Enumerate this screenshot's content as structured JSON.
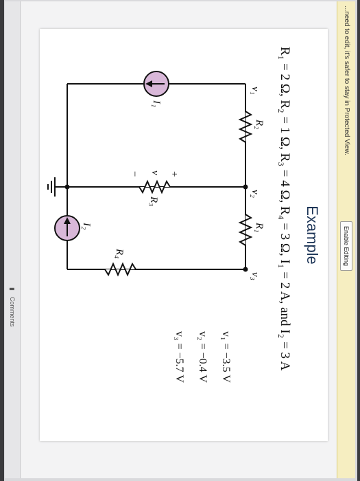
{
  "protected_view": {
    "message": "...need to edit, it's safer to stay in Protected View.",
    "enable_button": "Enable Editing"
  },
  "slide": {
    "title": "Example",
    "params": "R₁ = 2 Ω, R₂ = 1 Ω, R₃ = 4 Ω, R₄ = 3 Ω, I₁ = 2 A, and I₂ = 3 A",
    "results": {
      "v1": "v₁ = −3.5 V",
      "v2": "v₂ = −0.4 V",
      "v3": "v₃ = −5.7 V"
    },
    "circuit_labels": {
      "v1": "v₁",
      "v2": "v₂",
      "v3": "v₃",
      "R1": "R₁",
      "R2": "R₂",
      "R3": "R₃",
      "R4": "R₄",
      "I1": "I₁",
      "I2": "I₂",
      "v": "v",
      "plus": "+",
      "minus": "−"
    }
  },
  "status_bar": {
    "comments": "Comments"
  },
  "colors": {
    "source_fill": "#d9b8d9",
    "title": "#1d3557"
  },
  "icons": [
    "current-source-icon",
    "resistor-icon",
    "ground-icon",
    "comment-icon"
  ]
}
